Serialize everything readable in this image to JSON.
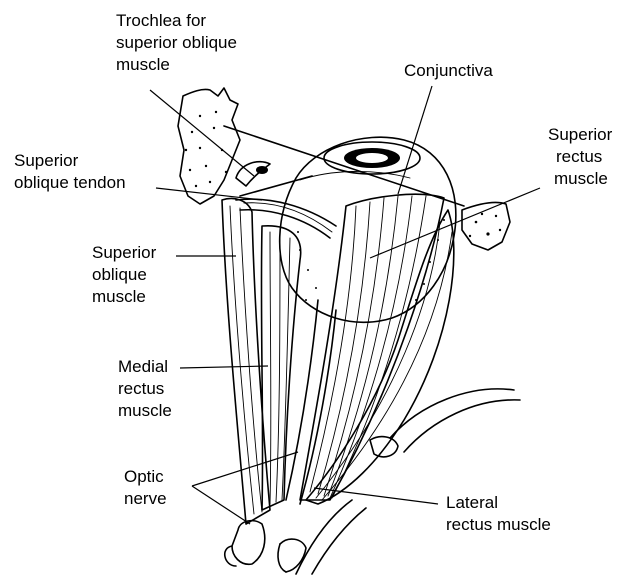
{
  "labels": {
    "trochlea": [
      "Trochlea for",
      "superior oblique",
      "muscle"
    ],
    "conjunctiva": [
      "Conjunctiva"
    ],
    "superior_rectus": [
      "Superior",
      "rectus",
      "muscle"
    ],
    "superior_oblique_tendon": [
      "Superior",
      "oblique tendon"
    ],
    "superior_oblique_muscle": [
      "Superior",
      "oblique",
      "muscle"
    ],
    "medial_rectus": [
      "Medial",
      "rectus",
      "muscle"
    ],
    "optic_nerve": [
      "Optic",
      "nerve"
    ],
    "lateral_rectus": [
      "Lateral",
      "rectus muscle"
    ]
  },
  "colors": {
    "ink": "#000000",
    "background": "#ffffff"
  }
}
